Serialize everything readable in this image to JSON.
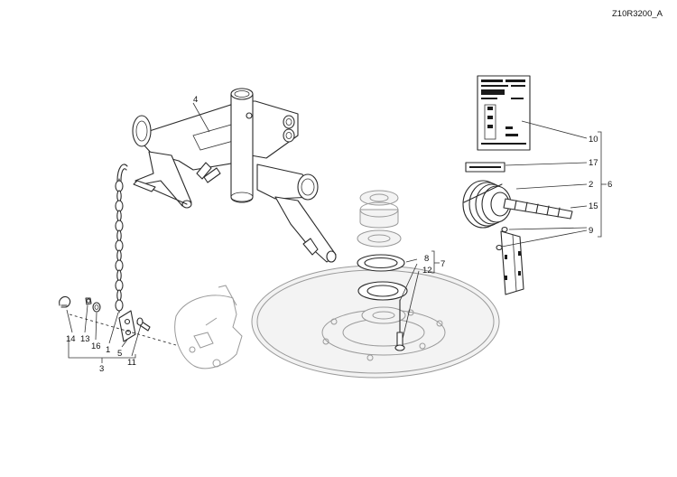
{
  "figure": {
    "reference_code": "Z10R3200_A"
  },
  "callouts": {
    "c1": "1",
    "c2": "2",
    "c3": "3",
    "c4": "4",
    "c5": "5",
    "c6": "6",
    "c7": "7",
    "c8": "8",
    "c9": "9",
    "c10": "10",
    "c11": "11",
    "c12": "12",
    "c13": "13",
    "c14": "14",
    "c15": "15",
    "c16": "16",
    "c17": "17"
  },
  "colors": {
    "line": "#2b2b2b",
    "context_part": "#9a9a9a",
    "background": "#ffffff"
  }
}
